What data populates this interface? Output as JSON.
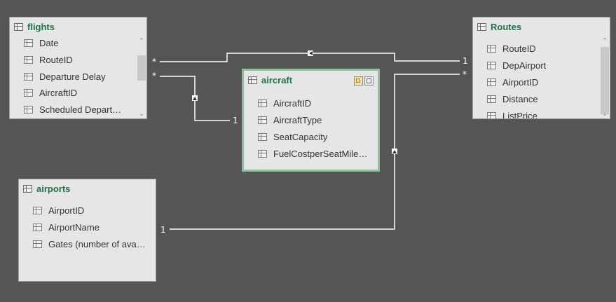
{
  "tables": {
    "flights": {
      "title": "flights",
      "fields": [
        "Date",
        "RouteID",
        "Departure Delay",
        "AircraftID",
        "Scheduled Depart…"
      ]
    },
    "routes": {
      "title": "Routes",
      "fields": [
        "RouteID",
        "DepAirport",
        "AirportID",
        "Distance",
        "ListPrice"
      ]
    },
    "aircraft": {
      "title": "aircraft",
      "fields": [
        "AircraftID",
        "AircraftType",
        "SeatCapacity",
        "FuelCostperSeatMile…"
      ]
    },
    "airports": {
      "title": "airports",
      "fields": [
        "AirportID",
        "AirportName",
        "Gates (number of ava…"
      ]
    }
  },
  "relationships": {
    "flights_routes": {
      "many": "*",
      "one": "1"
    },
    "flights_aircraft": {
      "many": "*",
      "one": "1"
    },
    "routes_airports": {
      "many": "*",
      "one": "1"
    }
  },
  "colors": {
    "background": "#555555",
    "table_bg": "#e6e6e6",
    "title": "#217346",
    "selected_border": "#8fbf9f"
  }
}
